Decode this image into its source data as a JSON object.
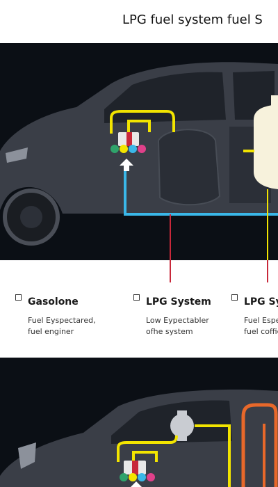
{
  "title": "LPG fuel system fuel S",
  "colors": {
    "panel_background": "#0b0f15",
    "car_body": "#3a3e47",
    "interior": "#2a2e36",
    "yellow_line": "#f2e400",
    "blue_line": "#3ab7e8",
    "red_line": "#c8283a",
    "orange_line": "#e8682a",
    "tank": "#f7f2dc"
  },
  "legend": [
    {
      "label": "Gasolone",
      "desc_lines": [
        "Fuel Eyspectared,",
        "fuel enginer"
      ]
    },
    {
      "label": "LPG System",
      "desc_lines": [
        "Low Eypectabler",
        "ofhe system"
      ]
    },
    {
      "label": "LPG Sy",
      "desc_lines": [
        "Fuel Espe",
        "fuel coffic"
      ]
    }
  ],
  "icons": [
    "fuel-injector-icon",
    "up-arrow-icon",
    "lpg-tank-icon",
    "pressure-regulator-icon"
  ]
}
